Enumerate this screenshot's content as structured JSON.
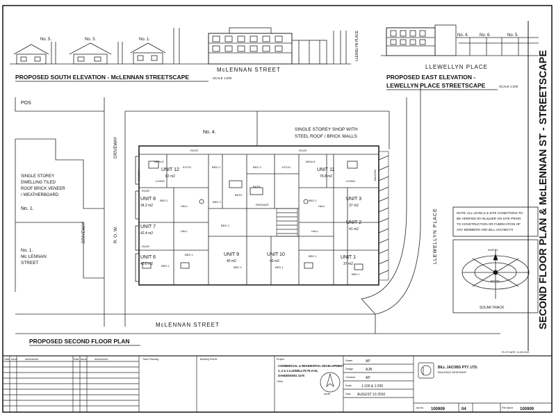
{
  "elevations": {
    "south_title": "PROPOSED SOUTH ELEVATION - McLENNAN STREETSCAPE",
    "east_title_line1": "PROPOSED EAST ELEVATION -",
    "east_title_line2": "LEWELLYN PLACE STREETSCAPE",
    "scale_note": "SCALE 1:200",
    "south_houses": [
      "No. 5.",
      "No. 3.",
      "No. 1."
    ],
    "east_houses": [
      "No. 4.",
      "No. 6.",
      "No. 5."
    ],
    "mclennan_street": "McLENNAN STREET",
    "llewellyn_place": "LLEWELYN PLACE",
    "llewellyn_place_vertical": "LLEWELLYN PLACE"
  },
  "plan": {
    "pos": "POS",
    "driveway": "DRIVEWAY",
    "row": "R. O. W.",
    "lot4": "No. 4.",
    "shop_line1": "SINGLE STOREY SHOP WITH",
    "shop_line2": "STEEL ROOF / BRICK WALLS",
    "dwelling_lines": [
      "SINGLE STOREY",
      "DWELLING TILED",
      "ROOF BRICK VENEER",
      "/ WEATHERBOARD"
    ],
    "lot1": "No. 1.",
    "lot1b_lines": [
      "No. 1.",
      "Mc LENNAN",
      "STREET"
    ],
    "street_bottom": "McLENNAN   STREET",
    "llewellyn_side": "LLEWELLYN   PLACE",
    "units": [
      {
        "name": "UNIT 12",
        "area": "82 m2"
      },
      {
        "name": "UNIT 11",
        "area": "76.8 m2"
      },
      {
        "name": "UNIT 3",
        "area": "37 m2"
      },
      {
        "name": "UNIT 2",
        "area": "41 m2"
      },
      {
        "name": "UNIT 1",
        "area": "37 m2"
      },
      {
        "name": "UNIT 9",
        "area": "40 m2"
      },
      {
        "name": "UNIT 10",
        "area": "40 m2"
      },
      {
        "name": "UNIT 8",
        "area": "34.2 m2"
      },
      {
        "name": "UNIT 7",
        "area": "42.4 m2"
      },
      {
        "name": "UNIT 6",
        "area": "40.0 m2"
      }
    ],
    "room_labels": [
      "BED 1",
      "BED 2",
      "BED 3",
      "LIVING",
      "KITCH",
      "MEALS",
      "HALL",
      "BATH",
      "ROOF",
      "PASSAGE",
      "BALCONY"
    ],
    "note_lines": [
      "NOTE: ALL LEVELS & SITE CONDITIONS TO",
      "BE VERIFIED BY BUILDER ON SITE PRIOR",
      "TO CONSTRUCTION OR FABRICATION OF",
      "ANY MEMBERS AND BILL JACOBS PJ"
    ],
    "solar": {
      "title": "SOLAR TRACK",
      "noon": "NOON",
      "north": "NORTH"
    },
    "floor_title": "PROPOSED SECOND FLOOR PLAN",
    "print_date": "PLOT DATE: 11.08.2010"
  },
  "side_title": "SECOND FLOOR PLAN & McLENNAN ST - STREETSCAPE",
  "title_block": {
    "rev_headers": [
      "Date",
      "Issue",
      "Amendment"
    ],
    "town_planning": "Town Planning",
    "building_permit": "Building Permit",
    "project_label": "Project",
    "project_lines": [
      "COMMERCIAL & RESIDENTIAL DEVELOPMENT",
      "1, 2 & 3 LLEWELLYN PLACE,",
      "DANDENONG 3175"
    ],
    "client_label": "Client",
    "drawn_label": "Drawn",
    "drawn_value": "AP",
    "design_label": "Design",
    "design_value": "AJN",
    "checked_label": "Checked",
    "checked_value": "AP",
    "scale_label": "Scale",
    "scale_value": "1:100 & 1:200",
    "date_label": "Date",
    "date_value": "AUGUST 10 2010",
    "firm_lines": [
      "BILL JACOBS PTY. LTD.",
      "BUILDING DESIGNER"
    ],
    "job_label": "Job No",
    "job_value": "100909",
    "sheet_value": "04",
    "file_label": "File Name",
    "file_value": "100909",
    "north_label": "north"
  }
}
